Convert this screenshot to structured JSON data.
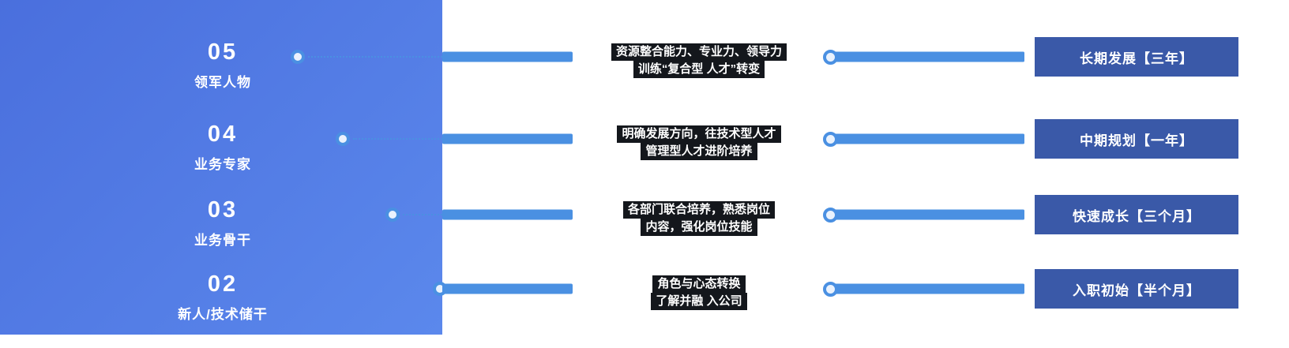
{
  "colors": {
    "panel_gradient_start": "#4A6FDD",
    "panel_gradient_end": "#5B88EC",
    "bar_blue": "#4A90E2",
    "desc_background": "#14171C",
    "stage_background": "#3A59A8",
    "text_white": "#FFFFFF"
  },
  "levels": [
    {
      "number": "05",
      "label": "领军人物",
      "desc_line1": "资源整合能力、专业力、领导力",
      "desc_line2": "训练“复合型 人才”转变",
      "stage": "长期发展【三年】"
    },
    {
      "number": "04",
      "label": "业务专家",
      "desc_line1": "明确发展方向，往技术型人才",
      "desc_line2": "管理型人才进阶培养",
      "stage": "中期规划【一年】"
    },
    {
      "number": "03",
      "label": "业务骨干",
      "desc_line1": "各部门联合培养，熟悉岗位",
      "desc_line2": "内容，强化岗位技能",
      "stage": "快速成长【三个月】"
    },
    {
      "number": "02",
      "label": "新人/技术储干",
      "desc_line1": "角色与心态转换",
      "desc_line2": "了解并融 入公司",
      "stage": "入职初始【半个月】"
    }
  ]
}
